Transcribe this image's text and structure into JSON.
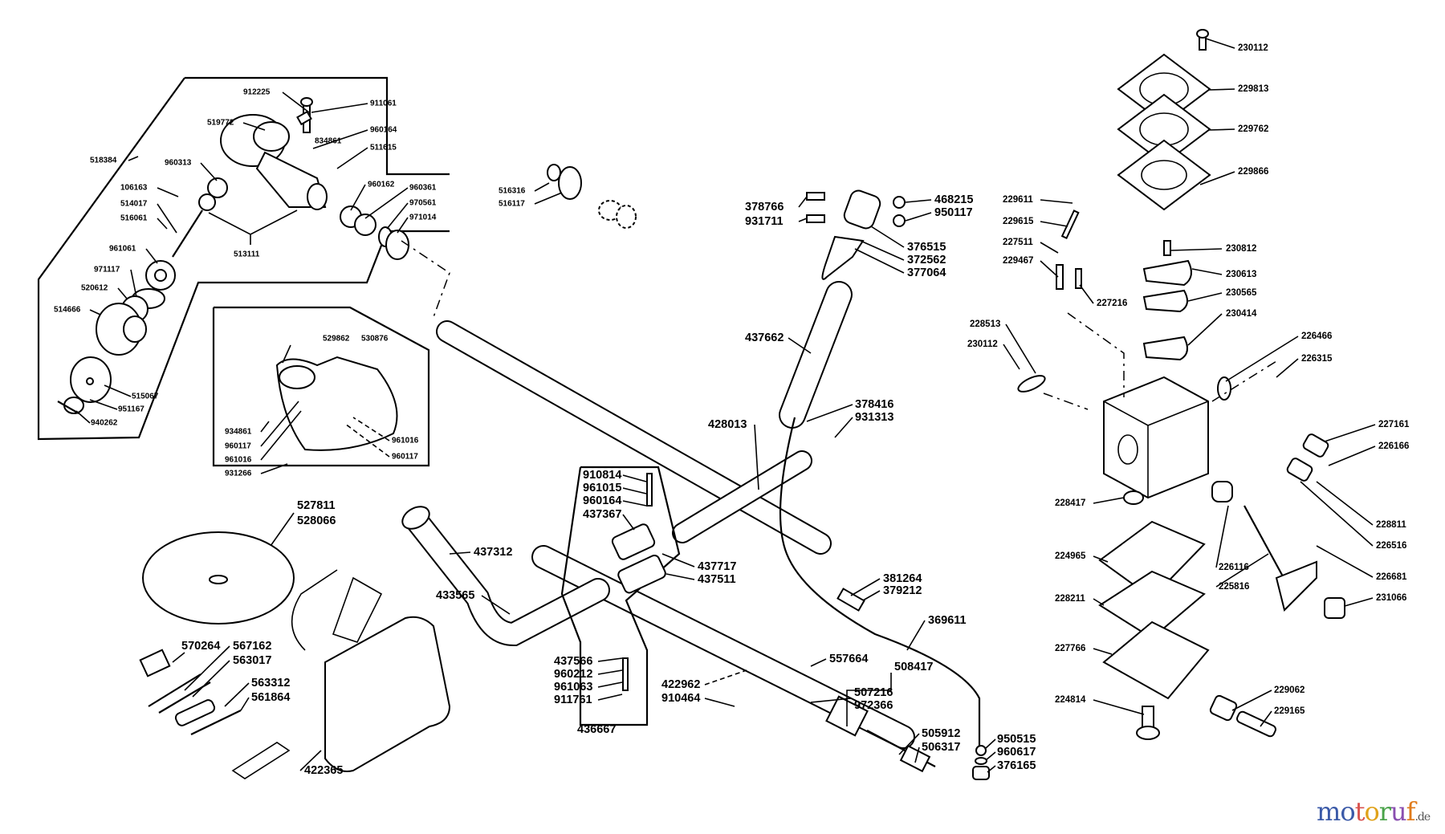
{
  "gearhead_callouts": [
    "912225",
    "911061",
    "519772",
    "834861",
    "960164",
    "511615",
    "518384",
    "960313",
    "960162",
    "960361",
    "106163",
    "514017",
    "970561",
    "971014",
    "516061",
    "513111",
    "961061",
    "971117",
    "520612",
    "514666",
    "515067",
    "951167",
    "940262"
  ],
  "guard_callouts": [
    "529862",
    "530876",
    "934861",
    "960117",
    "961016",
    "931266",
    "961016",
    "960117",
    "516316",
    "516117"
  ],
  "shaft_callouts": [
    "378766",
    "931711",
    "468215",
    "950117",
    "376515",
    "372562",
    "377064",
    "437662",
    "378416",
    "931313",
    "428013",
    "910814",
    "961015",
    "960164",
    "437367",
    "437717",
    "437511",
    "527811",
    "528066",
    "437312",
    "433565",
    "381264",
    "379212",
    "369611",
    "570264",
    "567162",
    "563017",
    "563312",
    "561864",
    "557664",
    "508417",
    "507216",
    "972366",
    "437566",
    "960212",
    "961063",
    "911761",
    "436667",
    "422962",
    "910464",
    "505912",
    "506317",
    "950515",
    "960617",
    "376165",
    "422365"
  ],
  "carburetor_callouts": [
    "230112",
    "229813",
    "229762",
    "229866",
    "229611",
    "229615",
    "227511",
    "229467",
    "227216",
    "230812",
    "230613",
    "230565",
    "230414",
    "228513",
    "230112",
    "226466",
    "226315",
    "227161",
    "226166",
    "228417",
    "228811",
    "226516",
    "226681",
    "231066",
    "224965",
    "226116",
    "225816",
    "228211",
    "227766",
    "224814",
    "229062",
    "229165"
  ],
  "watermark": {
    "name": "motoruf",
    "suffix": ".de",
    "letter_colors": [
      "#3b5aa8",
      "#3b5aa8",
      "#d9534f",
      "#e0a21b",
      "#4aa34a",
      "#8a4fb0",
      "#e07b1b"
    ]
  }
}
